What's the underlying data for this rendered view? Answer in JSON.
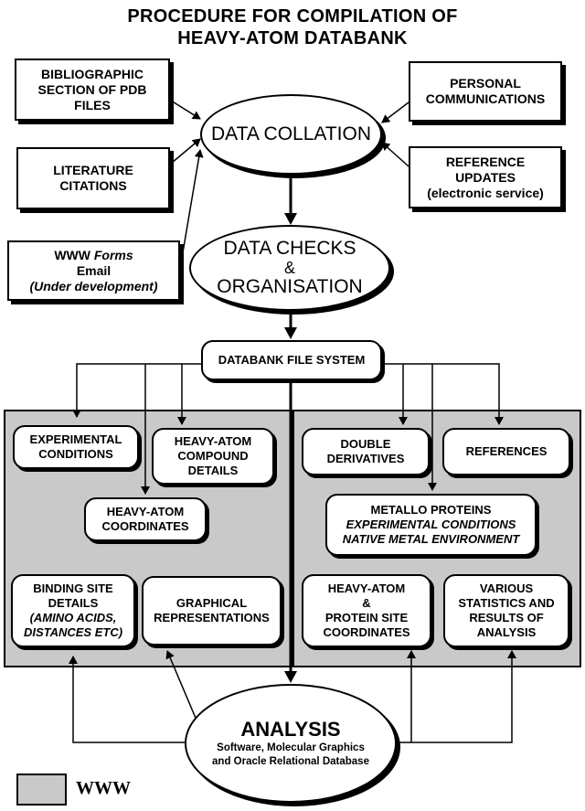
{
  "title": {
    "line1": "PROCEDURE FOR COMPILATION OF",
    "line2": "HEAVY-ATOM DATABANK"
  },
  "sources": {
    "bibliographic": [
      "BIBLIOGRAPHIC",
      "SECTION OF PDB",
      "FILES"
    ],
    "literature": [
      "LITERATURE",
      "CITATIONS"
    ],
    "www_forms": {
      "line1_a": "WWW ",
      "line1_b": "Forms",
      "line2": "Email",
      "line3": "(Under development)"
    },
    "personal": [
      "PERSONAL",
      "COMMUNICATIONS"
    ],
    "reference_updates": [
      "REFERENCE",
      "UPDATES",
      "(electronic service)"
    ]
  },
  "process": {
    "collation": "DATA COLLATION",
    "checks": [
      "DATA CHECKS",
      "&",
      "ORGANISATION"
    ],
    "file_system": "DATABANK FILE SYSTEM"
  },
  "modules": {
    "experimental_conditions": [
      "EXPERIMENTAL",
      "CONDITIONS"
    ],
    "compound_details": [
      "HEAVY-ATOM",
      "COMPOUND",
      "DETAILS"
    ],
    "heavy_atom_coordinates": [
      "HEAVY-ATOM",
      "COORDINATES"
    ],
    "binding_site": [
      "BINDING SITE",
      "DETAILS",
      "(AMINO ACIDS,",
      "DISTANCES ETC)"
    ],
    "graphical": [
      "GRAPHICAL",
      "REPRESENTATIONS"
    ],
    "double_derivatives": [
      "DOUBLE",
      "DERIVATIVES"
    ],
    "references": "REFERENCES",
    "metallo_proteins": [
      "METALLO PROTEINS",
      "EXPERIMENTAL CONDITIONS",
      "NATIVE METAL ENVIRONMENT"
    ],
    "protein_site": [
      "HEAVY-ATOM",
      "&",
      "PROTEIN SITE",
      "COORDINATES"
    ],
    "statistics": [
      "VARIOUS",
      "STATISTICS AND",
      "RESULTS OF",
      "ANALYSIS"
    ]
  },
  "analysis": {
    "title": "ANALYSIS",
    "line1": "Software, Molecular Graphics",
    "line2": "and Oracle Relational Database"
  },
  "legend": {
    "label": "WWW"
  },
  "colors": {
    "panel": "#c9c9c9",
    "ink": "#000000",
    "box": "#ffffff"
  }
}
